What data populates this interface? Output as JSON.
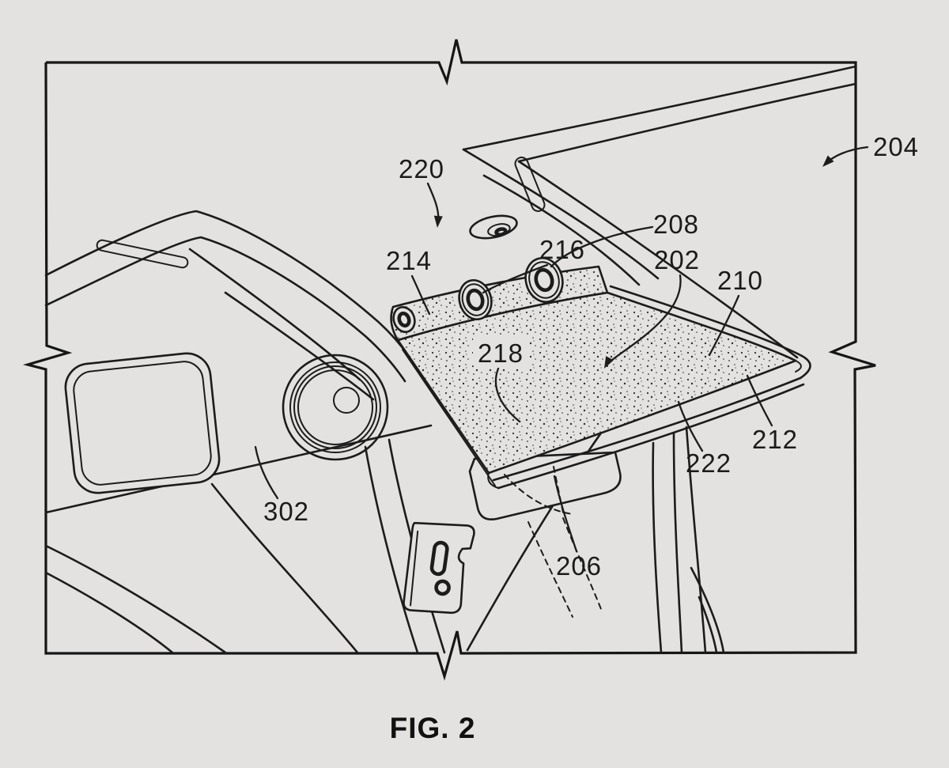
{
  "figure": {
    "caption": "FIG. 2",
    "background_color": "#e3e2e0",
    "line_color": "#1c1c1c",
    "description_tags": "patent-style line drawing of vehicle interior headliner, mounting bracket and rear-view mirror"
  },
  "callouts": {
    "c202": {
      "text": "202"
    },
    "c204": {
      "text": "204"
    },
    "c206": {
      "text": "206"
    },
    "c208": {
      "text": "208"
    },
    "c210": {
      "text": "210"
    },
    "c212": {
      "text": "212"
    },
    "c214": {
      "text": "214"
    },
    "c216": {
      "text": "216"
    },
    "c218": {
      "text": "218"
    },
    "c220": {
      "text": "220"
    },
    "c222": {
      "text": "222"
    },
    "c302": {
      "text": "302"
    }
  }
}
